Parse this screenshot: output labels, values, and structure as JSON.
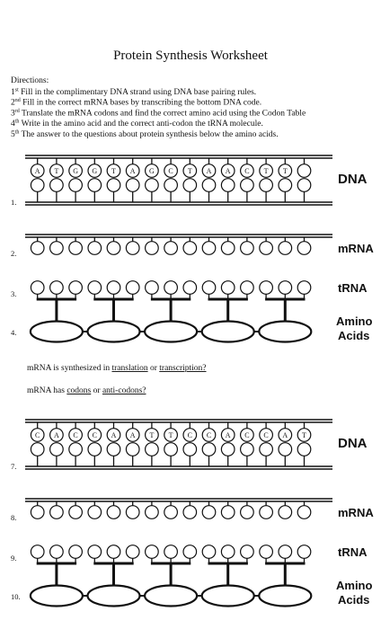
{
  "title": "Protein Synthesis Worksheet",
  "directions": {
    "heading": "Directions:",
    "steps": [
      {
        "num": "1",
        "sup": "st",
        "text": " Fill in the complimentary DNA strand using DNA base pairing rules."
      },
      {
        "num": "2",
        "sup": "nd",
        "text": " Fill in the correct mRNA bases by transcribing the bottom DNA code."
      },
      {
        "num": "3",
        "sup": "rd",
        "text": " Translate the mRNA codons and find the correct amino acid using the Codon Table"
      },
      {
        "num": "4",
        "sup": "th",
        "text": " Write in the amino acid and the correct anti-codon the tRNA molecule."
      },
      {
        "num": "5",
        "sup": "th",
        "text": " The answer to the questions about protein synthesis below the amino acids."
      }
    ]
  },
  "labels": {
    "dna": "DNA",
    "mrna": "mRNA",
    "trna": "tRNA",
    "amino1": "Amino",
    "amino2": "Acids"
  },
  "questions": {
    "q1_prefix": "mRNA is synthesized in ",
    "q1_opt1": "translation",
    "q1_mid": " or ",
    "q1_opt2": "transcription?",
    "q2_prefix": "mRNA has ",
    "q2_opt1": "codons",
    "q2_mid": " or ",
    "q2_opt2": "anti-codons?"
  },
  "sections": [
    {
      "dna_bases": [
        "A",
        "T",
        "G",
        "G",
        "T",
        "A",
        "G",
        "C",
        "T",
        "A",
        "A",
        "C",
        "T",
        "T"
      ],
      "row_numbers": [
        "1.",
        "2.",
        "3.",
        "4."
      ]
    },
    {
      "dna_bases": [
        "C",
        "A",
        "C",
        "C",
        "A",
        "A",
        "T",
        "T",
        "C",
        "C",
        "A",
        "C",
        "C",
        "A",
        "T"
      ],
      "row_numbers": [
        "7.",
        "8.",
        "9.",
        "10."
      ]
    }
  ]
}
